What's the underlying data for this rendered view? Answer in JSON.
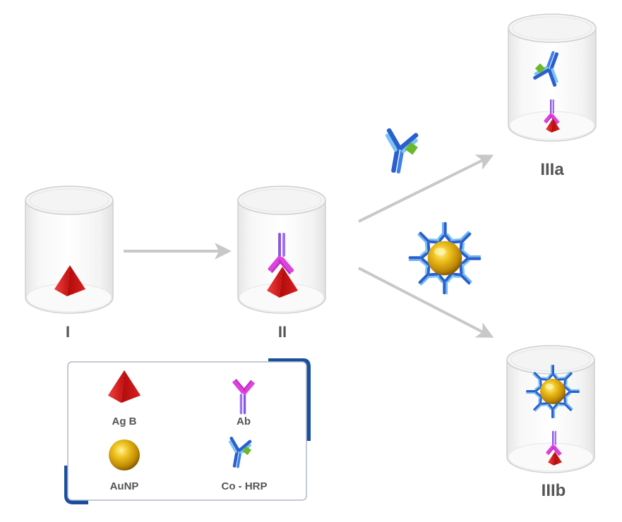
{
  "diagram": {
    "stages": [
      {
        "id": "I",
        "label": "I",
        "contents": [
          "Ag B"
        ]
      },
      {
        "id": "II",
        "label": "II",
        "contents": [
          "Ag B",
          "Ab"
        ]
      },
      {
        "id": "IIIa",
        "label": "IIIa",
        "contents": [
          "Ag B",
          "Ab",
          "Co - HRP"
        ]
      },
      {
        "id": "IIIb",
        "label": "IIIb",
        "contents": [
          "Ag B",
          "Ab",
          "AuNP conjugated with Co - HRP"
        ]
      }
    ],
    "arrows": [
      {
        "from": "I",
        "to": "II",
        "reagent": ""
      },
      {
        "from": "II",
        "to": "IIIa",
        "reagent": "Co - HRP"
      },
      {
        "from": "II",
        "to": "IIIb",
        "reagent": "AuNP + Co - HRP"
      }
    ],
    "colors": {
      "antigen": "#d9191c",
      "antibody": "#c040e0",
      "antibody_arm": "#e64ce6",
      "secondary_ab": "#2f6fd6",
      "secondary_ab_light": "#6cb6ec",
      "hrp": "#6ab82e",
      "gold": "#d4a40a",
      "arrow": "#c8c8c8",
      "legend_frame": "#1a4f9c"
    }
  },
  "legend": {
    "items": [
      {
        "label": "Ag B",
        "icon": "antigen-pyramid-icon"
      },
      {
        "label": "Ab",
        "icon": "antibody-icon"
      },
      {
        "label": "AuNP",
        "icon": "gold-nanoparticle-icon"
      },
      {
        "label": "Co - HRP",
        "icon": "hrp-conjugated-antibody-icon"
      }
    ]
  }
}
